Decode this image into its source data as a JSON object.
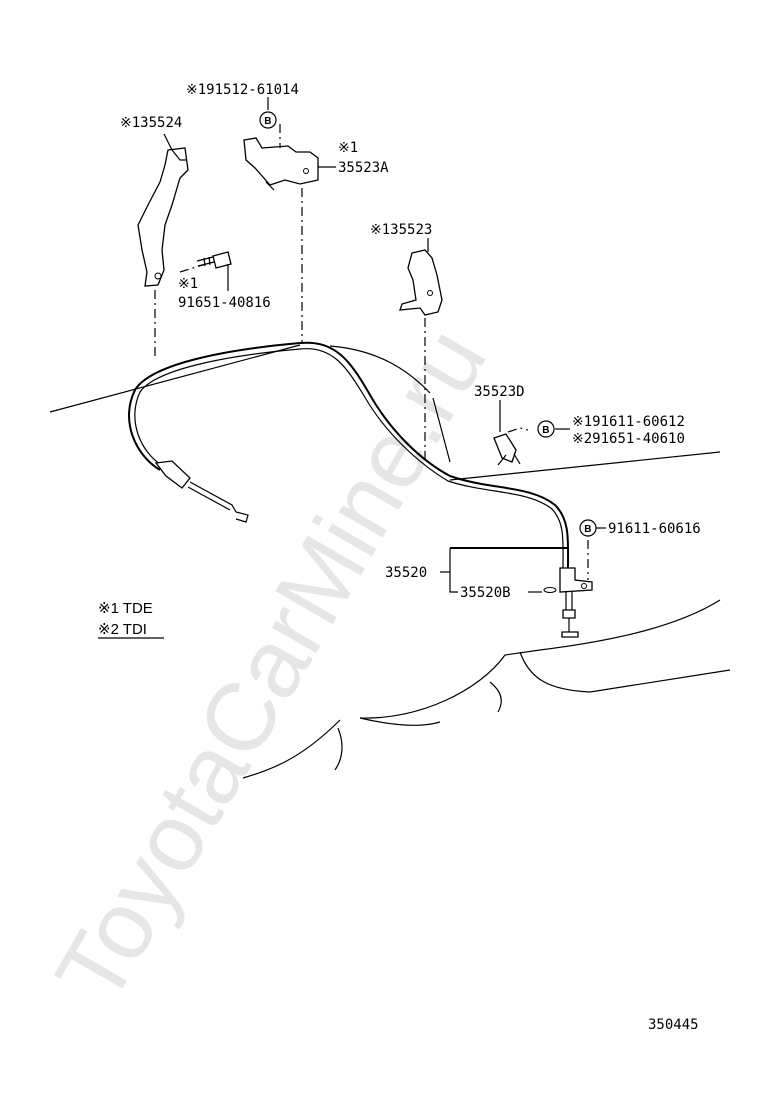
{
  "watermark": "ToyotaCarMine.ru",
  "diagram_id": "350445",
  "badge_letter": "B",
  "labels": {
    "l191512": "※191512-61014",
    "l135524": "※135524",
    "l35523A_mark": "※1",
    "l35523A": "35523A",
    "l135523": "※135523",
    "l91651_mark": "※1",
    "l91651": "91651-40816",
    "l35523D": "35523D",
    "l191611": "※191611-60612",
    "l291651": "※291651-40610",
    "l91611": "91611-60616",
    "l35520": "35520",
    "l35520B": "35520B"
  },
  "legend": {
    "item1": "※1 TDE",
    "item2": "※2 TDI"
  }
}
